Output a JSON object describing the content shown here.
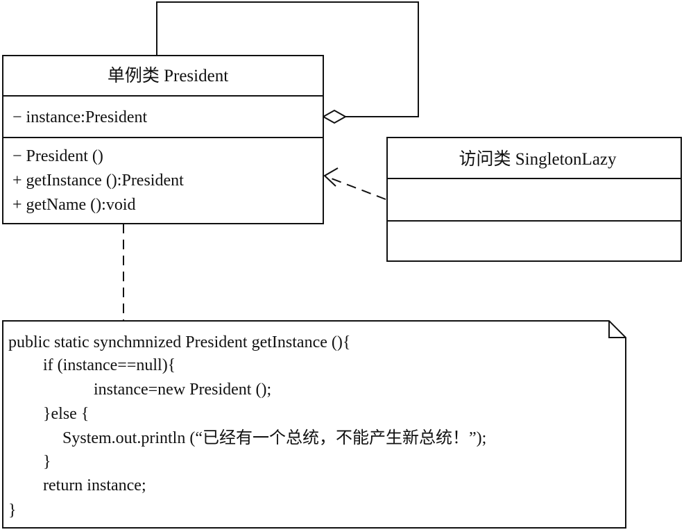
{
  "president_class": {
    "title": "单例类 President",
    "attributes": [
      "− instance:President"
    ],
    "operations": [
      "− President ()",
      "+ getInstance ():President",
      "+ getName ():void"
    ]
  },
  "accessor_class": {
    "title": "访问类 SingletonLazy",
    "attributes": [],
    "operations": []
  },
  "note": {
    "lines": [
      "public static synchmnized President getInstance (){",
      "if (instance==null){",
      "instance=new President ();",
      "}else {",
      "System.out.println (“已经有一个总统，不能产生新总统！”);",
      "}",
      "return instance;",
      "}"
    ]
  },
  "relations": [
    {
      "type": "aggregation-self",
      "from": "president_class",
      "to": "president_class"
    },
    {
      "type": "dependency",
      "from": "accessor_class",
      "to": "president_class"
    },
    {
      "type": "note-anchor",
      "from": "note",
      "to": "president_class"
    }
  ]
}
